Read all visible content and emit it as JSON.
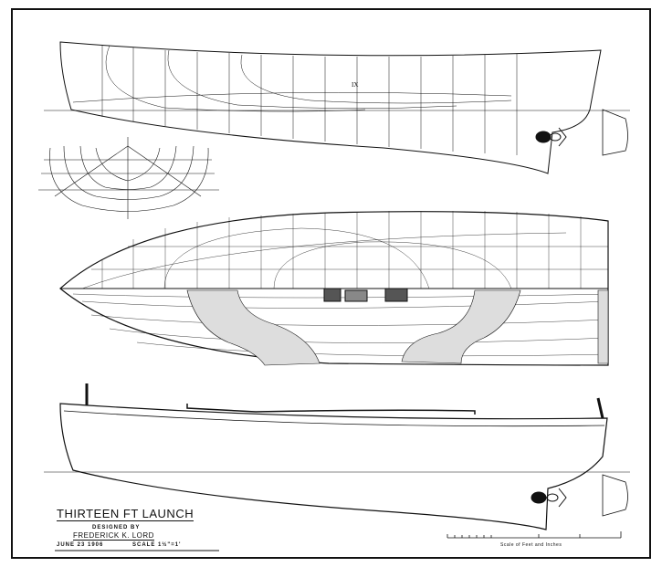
{
  "title_block": {
    "title": "THIRTEEN FT LAUNCH",
    "designed_by_label": "DESIGNED BY",
    "designer": "FREDERICK K. LORD",
    "date": "JUNE 23 1906",
    "scale": "SCALE 1½\"=1'"
  },
  "scale_bar": {
    "label": "Scale of Feet and Inches"
  },
  "views": {
    "profile_station_label": "IX"
  },
  "colors": {
    "ink": "#111111",
    "paper": "#ffffff"
  }
}
